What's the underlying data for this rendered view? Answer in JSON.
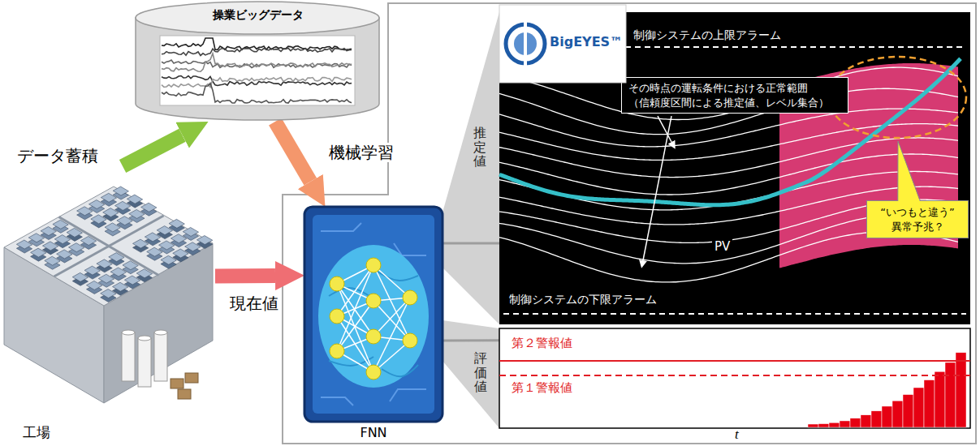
{
  "diagram": {
    "nodes": [
      {
        "text": [
          "操業ビッグデータ"
        ]
      },
      {
        "text": [
          "工場"
        ]
      },
      {
        "text": [
          "FNN"
        ]
      },
      {
        "text": [
          "BigEYES™"
        ]
      },
      {
        "text": [
          "推定値",
          "制御システムの上限アラーム",
          "PV",
          "制御システムの下限アラーム"
        ]
      },
      {
        "text": [
          "その時点の運転条件における正常範囲 （信頼度区間による推定値、レベル集合）"
        ],
        "in": 4
      },
      {
        "text": [
          "“いつもと違う” 異常予兆？"
        ],
        "in": 4
      },
      {
        "text": [
          "評価値",
          "第２警報値",
          "第１警報値"
        ]
      }
    ],
    "edges": [
      {
        "from": 1,
        "to": 0,
        "arrow": "to",
        "label": "データ蓄積"
      },
      {
        "from": 0,
        "to": 2,
        "arrow": "to",
        "label": "機械学習"
      },
      {
        "from": 1,
        "to": 2,
        "arrow": "to",
        "label": "現在値"
      },
      {
        "from": 2,
        "to": 4,
        "arrow": "none"
      },
      {
        "from": 2,
        "to": 7,
        "arrow": "none"
      }
    ],
    "labels": [
      "t"
    ]
  }
}
